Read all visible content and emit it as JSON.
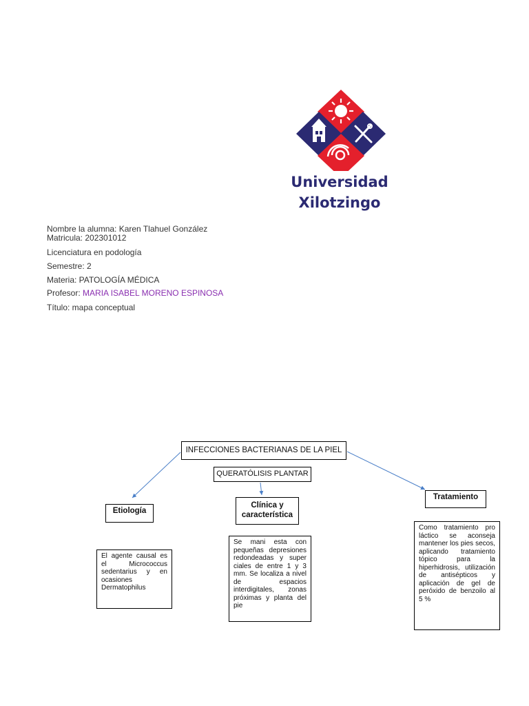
{
  "logo": {
    "name_line1": "Universidad",
    "name_line2": "Xilotzingo",
    "colors": {
      "red": "#e4202c",
      "blue": "#2b2a72"
    }
  },
  "student": {
    "name": "Nombre la alumna: Karen Tlahuel González",
    "matricula": "Matricula: 202301012",
    "licenciatura": "Licenciatura en podología",
    "semestre": "Semestre: 2",
    "materia": "Materia: PATOLOGÍA MÉDICA",
    "profesor_label": "Profesor:",
    "profesor_name": "MARIA ISABEL MORENO ESPINOSA",
    "titulo": "Título: mapa conceptual"
  },
  "concept_map": {
    "title": "INFECCIONES BACTERIANAS DE LA PIEL",
    "subtitle": "QUERATÓLISIS PLANTAR",
    "etiologia": {
      "heading": "Etiología",
      "text": "El agente causal es el Micrococcus sedentarius y en ocasiones Dermatophilus"
    },
    "clinica": {
      "heading_line1": "Clínica y",
      "heading_line2": "característica",
      "text": "Se mani esta con pequeñas depresiones redondeadas y super ciales de entre 1 y 3 mm. Se localiza a nivel de espacios interdigitales, zonas próximas y planta del pie"
    },
    "tratamiento": {
      "heading": "Tratamiento",
      "text": "Como tratamiento pro láctico se aconseja mantener los pies secos, aplicando tratamiento tópico para la hiperhidrosis, utilización de antisépticos y aplicación de gel de peróxido de benzoilo al 5 %"
    },
    "arrow_color": "#4a7fc8"
  }
}
